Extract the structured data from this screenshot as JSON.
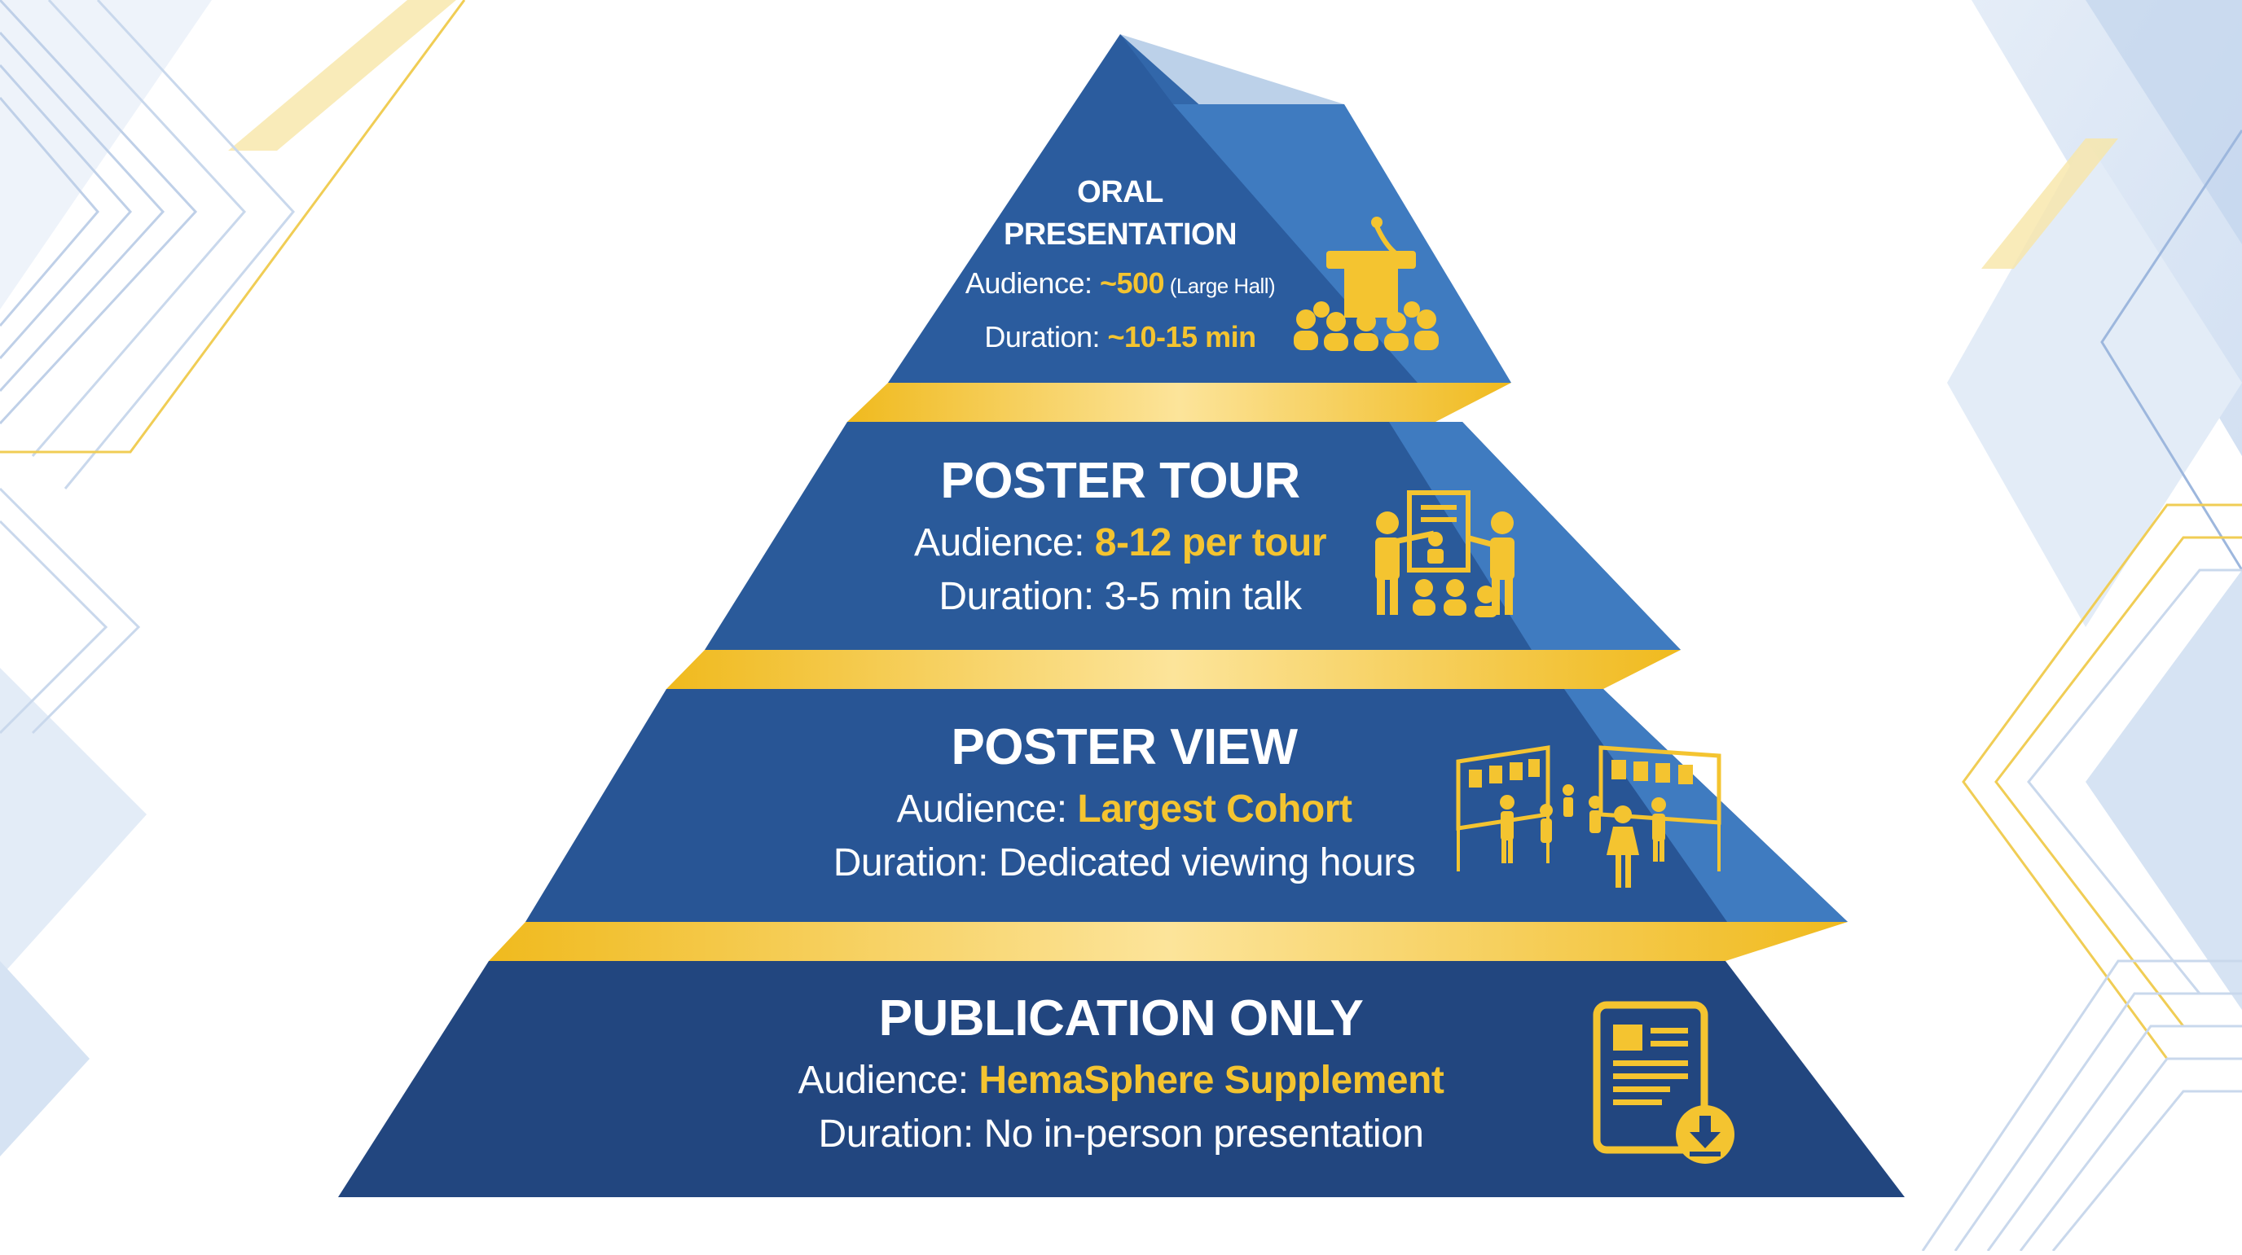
{
  "tiers": [
    {
      "title_lines": [
        "ORAL",
        "PRESENTATION"
      ],
      "audience_label": "Audience: ",
      "audience_value": "~500",
      "audience_note": " (Large Hall)",
      "duration_label": "Duration: ",
      "duration_value": "~10-15 min",
      "icon": "podium-audience-icon"
    },
    {
      "title": "POSTER TOUR",
      "audience_label": "Audience: ",
      "audience_value": "8-12 per tour",
      "duration_label": "Duration: 3-5 min talk",
      "icon": "presenter-poster-icon"
    },
    {
      "title": "POSTER VIEW",
      "audience_label": "Audience: ",
      "audience_value": "Largest Cohort",
      "duration_label": "Duration: Dedicated viewing hours",
      "icon": "poster-hall-icon"
    },
    {
      "title": "PUBLICATION ONLY",
      "audience_label": "Audience: ",
      "audience_value": "HemaSphere Supplement",
      "duration_label": "Duration: No in-person presentation",
      "icon": "tablet-download-icon"
    }
  ],
  "colors": {
    "tier_top": "#2B5C9E",
    "tier_second": "#2A5A9A",
    "tier_third": "#285595",
    "tier_bottom": "#22467F",
    "side_face": "#3F7BC0",
    "accent_gold": "#F4C430",
    "text_white": "#FFFFFF"
  }
}
